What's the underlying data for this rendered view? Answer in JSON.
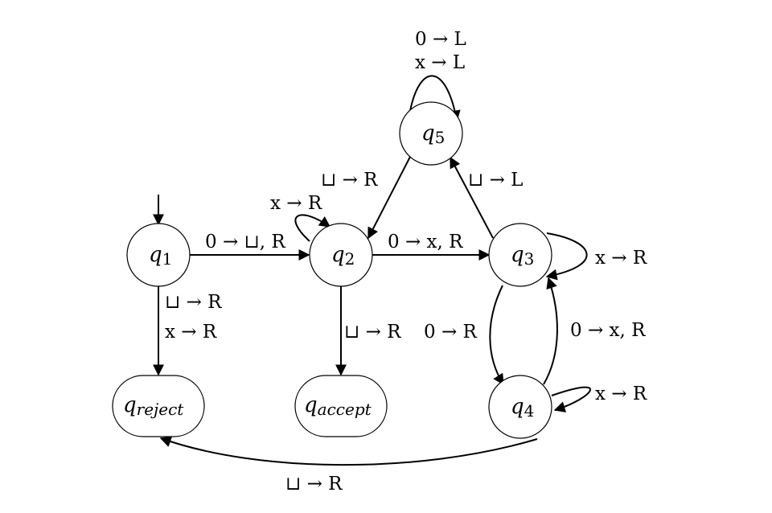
{
  "states": {
    "q1": {
      "name": "q",
      "sub": "1"
    },
    "q2": {
      "name": "q",
      "sub": "2"
    },
    "q3": {
      "name": "q",
      "sub": "3"
    },
    "q4": {
      "name": "q",
      "sub": "4"
    },
    "q5": {
      "name": "q",
      "sub": "5"
    },
    "reject": {
      "name": "q",
      "sub": "reject"
    },
    "accept": {
      "name": "q",
      "sub": "accept"
    }
  },
  "transitions": {
    "q5_loop_1": "0 → L",
    "q5_loop_2": "x → L",
    "q5_q2": "⊔ → R",
    "q3_q5": "⊔ → L",
    "q2_loop": "x → R",
    "q1_q2": "0 → ⊔, R",
    "q2_q3": "0 → x, R",
    "q3_loop": "x → R",
    "q1_reject_1": "⊔ → R",
    "q1_reject_2": "x → R",
    "q2_accept": "⊔ → R",
    "q3_q4": "0 → R",
    "q4_q3": "0 → x, R",
    "q4_loop": "x → R",
    "q4_reject": "⊔ → R"
  }
}
